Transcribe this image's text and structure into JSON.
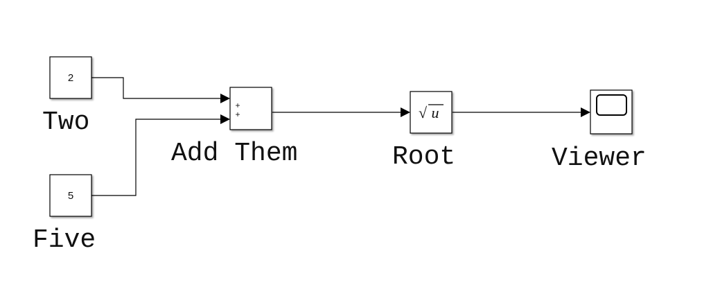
{
  "blocks": {
    "two": {
      "value": "2",
      "label": "Two"
    },
    "five": {
      "value": "5",
      "label": "Five"
    },
    "add": {
      "signs": [
        "+",
        "+"
      ],
      "label": "Add Them"
    },
    "root": {
      "symbol": "√",
      "var": "u",
      "label": "Root"
    },
    "viewer": {
      "icon": "scope-display-icon",
      "label": "Viewer"
    }
  },
  "colors": {
    "line": "#000000",
    "block_border": "#000000",
    "block_fill": "#ffffff"
  }
}
